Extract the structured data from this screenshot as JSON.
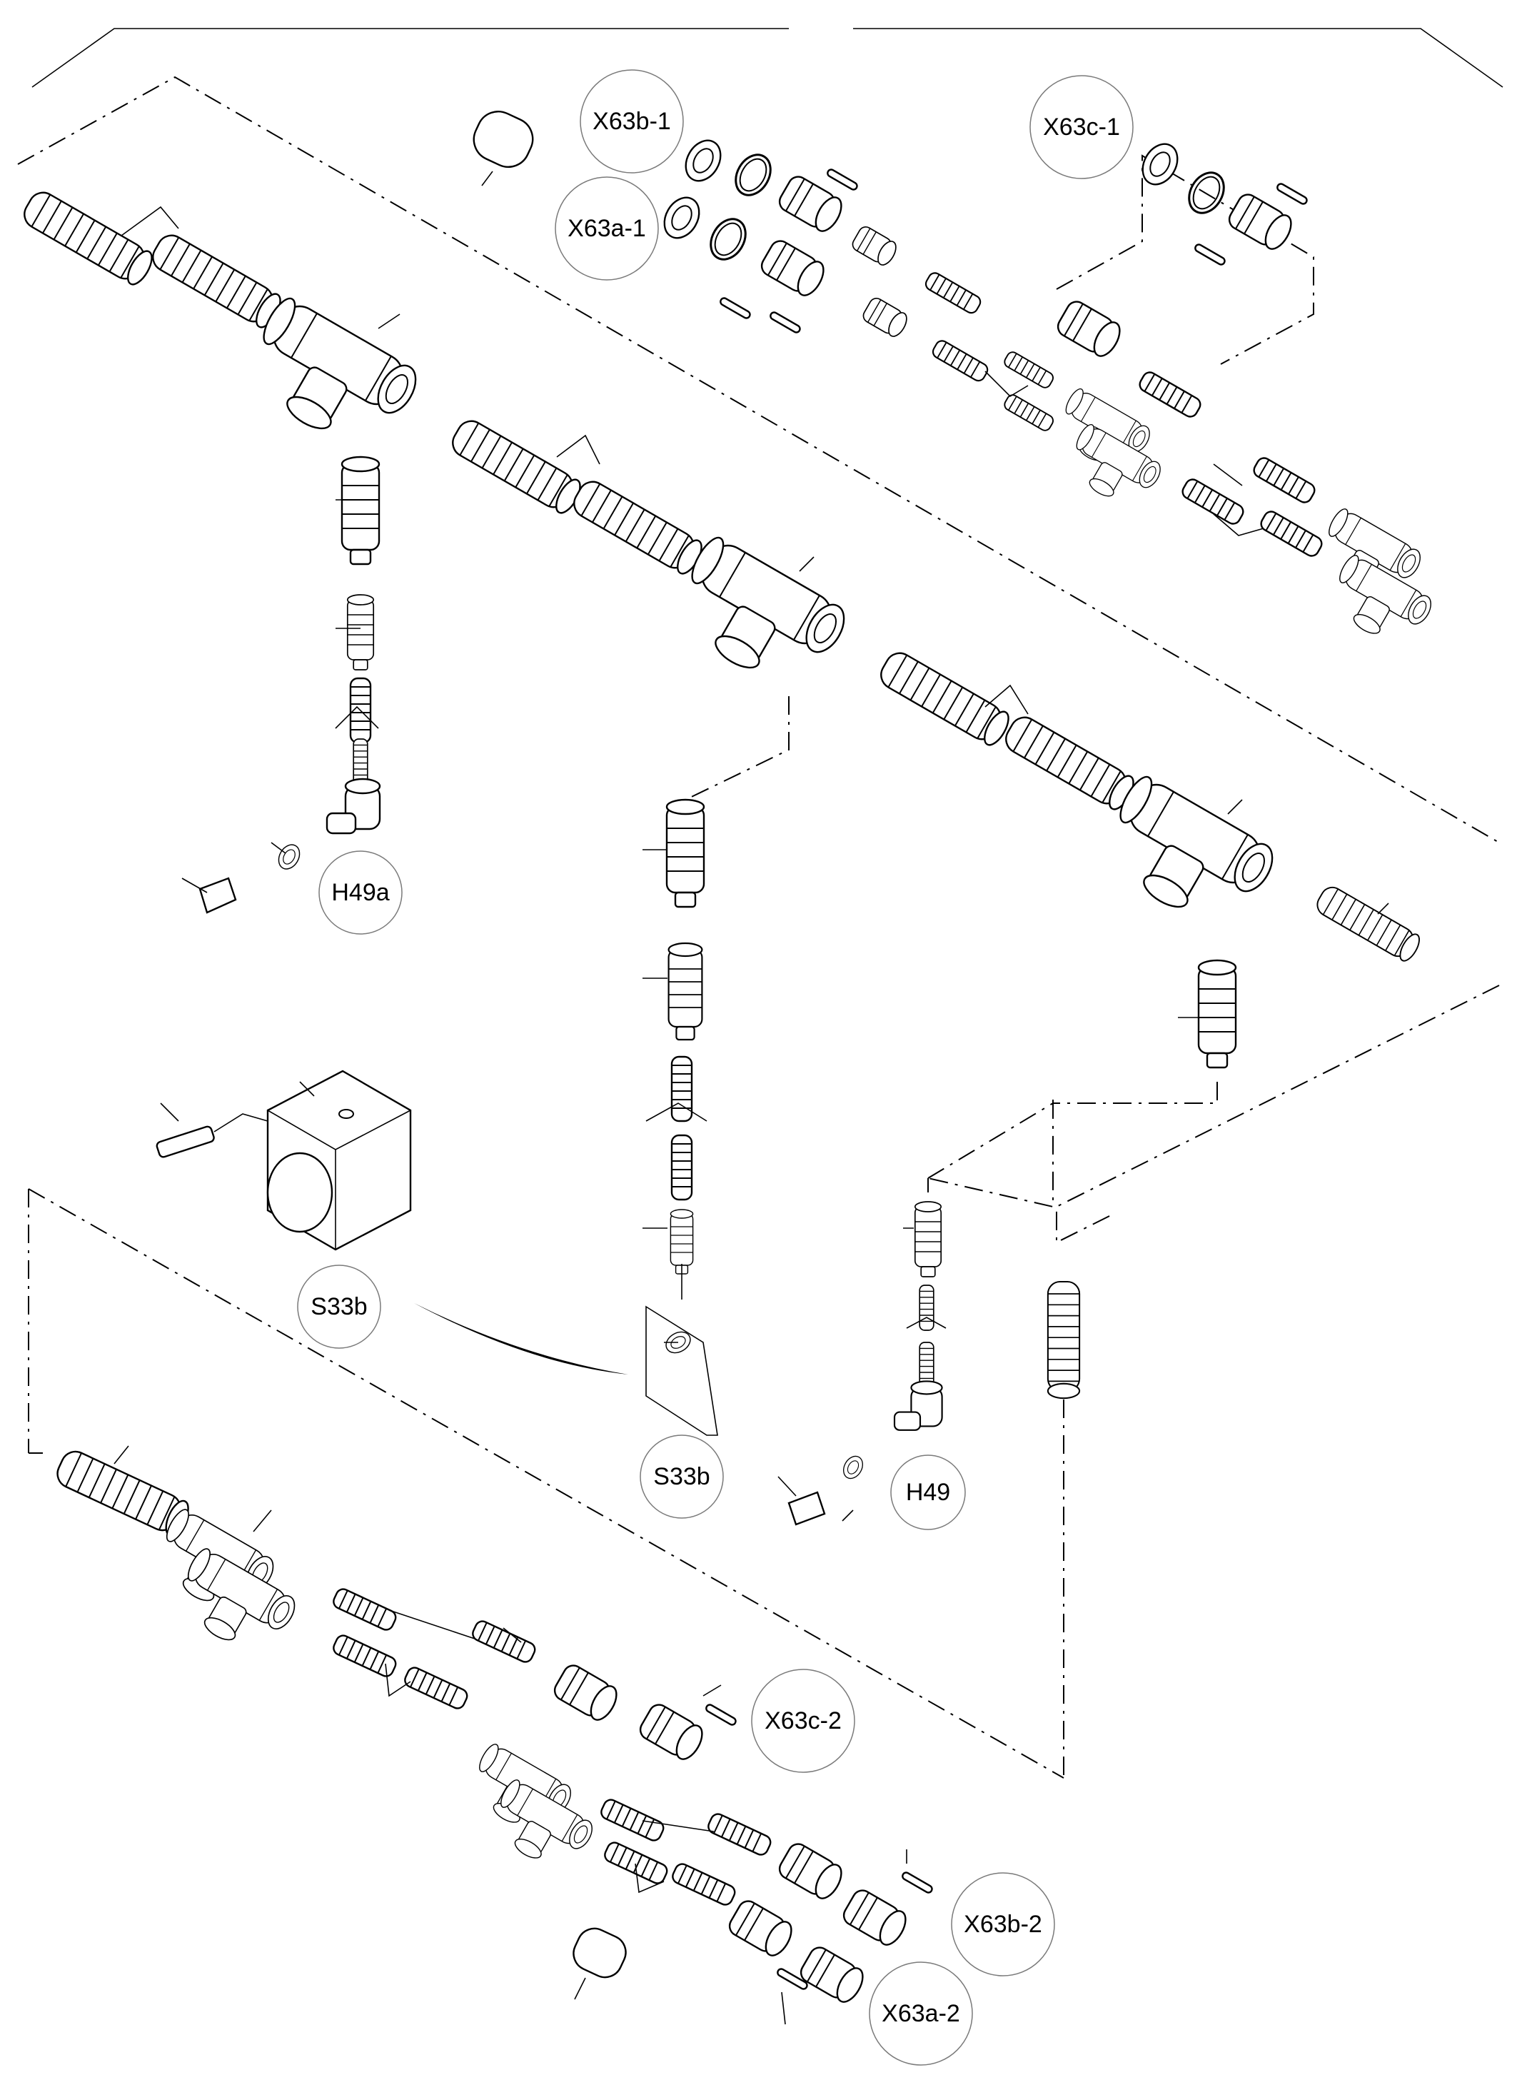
{
  "diagram": {
    "labels": {
      "x63b_1": "X63b-1",
      "x63c_1": "X63c-1",
      "x63a_1": "X63a-1",
      "h49a": "H49a",
      "s33b_left": "S33b",
      "s33b_bottom": "S33b",
      "h49": "H49",
      "x63c_2": "X63c-2",
      "x63b_2": "X63b-2",
      "x63a_2": "X63a-2"
    },
    "colors": {
      "line": "#000000",
      "bubble_stroke": "#7a7a7a",
      "background": "#ffffff"
    }
  }
}
